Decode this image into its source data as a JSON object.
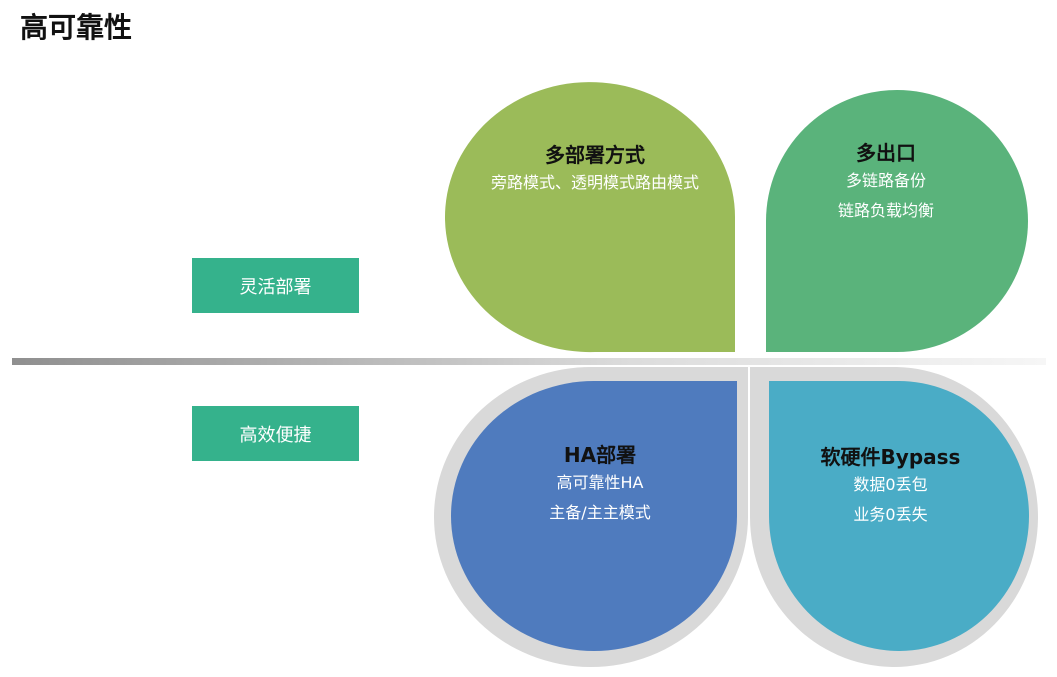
{
  "title": "高可靠性",
  "labels": [
    "灵活部署",
    "高效便捷"
  ],
  "colors": {
    "label": "#35b28c",
    "lobe1": "#9bbb59",
    "lobe2": "#5ab37b",
    "lobe3": "#4f7bbe",
    "lobe4": "#4aacc6",
    "ring": "#d9d9d9"
  },
  "lobes": [
    {
      "title": "多部署方式",
      "lines": [
        "旁路模式、透明模式路由模式"
      ]
    },
    {
      "title": "多出口",
      "lines": [
        "多链路备份",
        "链路负载均衡"
      ]
    },
    {
      "title": "HA部署",
      "lines": [
        "高可靠性HA",
        "主备/主主模式"
      ]
    },
    {
      "title": "软硬件Bypass",
      "lines": [
        "数据0丢包",
        "业务0丢失"
      ]
    }
  ]
}
